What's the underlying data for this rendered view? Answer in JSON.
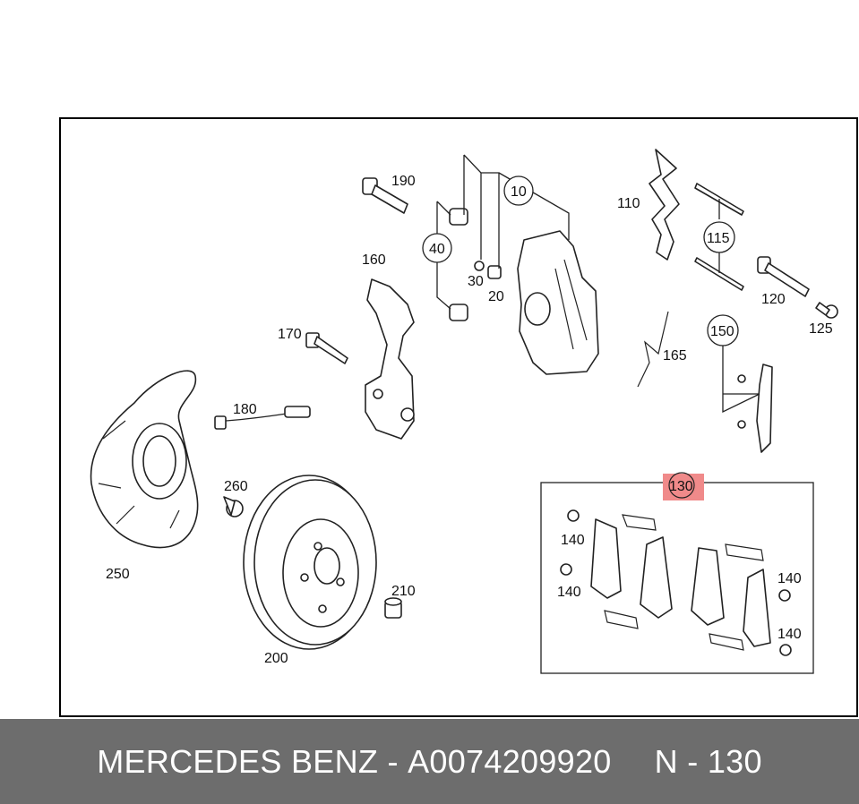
{
  "callouts": {
    "c190": "190",
    "c10": "10",
    "c40": "40",
    "c110": "110",
    "c115": "115",
    "c160": "160",
    "c30": "30",
    "c20": "20",
    "c120": "120",
    "c125": "125",
    "c170": "170",
    "c165": "165",
    "c150": "150",
    "c180": "180",
    "c130": "130",
    "c260": "260",
    "c250": "250",
    "c140a": "140",
    "c140b": "140",
    "c140c": "140",
    "c140d": "140",
    "c210": "210",
    "c200": "200"
  },
  "highlight_color": "#f08a8a",
  "footer": {
    "brand": "MERCEDES BENZ",
    "separator": "-",
    "part_number": "A0074209920",
    "ref": "N - 130"
  }
}
